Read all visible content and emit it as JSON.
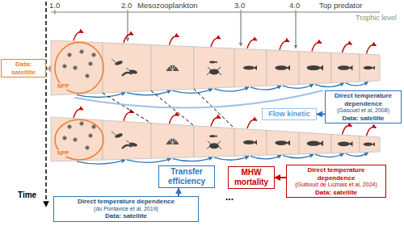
{
  "diagram": {
    "nodes": [
      {
        "text": [
          "Data: satellite"
        ]
      },
      {
        "text": [
          "Direct temperature dependence",
          "(Gascuel et al, 2008)",
          "Data: satellite"
        ]
      },
      {
        "text": [
          "Flow kinetic"
        ]
      },
      {
        "text": [
          "Transfer efficiency"
        ]
      },
      {
        "text": [
          "Direct temperature dependence",
          "(du Pontavice et al, 2019)",
          "Data: satellite"
        ]
      },
      {
        "text": [
          "MHW mortality"
        ]
      },
      {
        "text": [
          "Direct temperature dependence",
          "(Guiboud de Luznais et al, 2024)",
          "Data: satellite"
        ]
      }
    ],
    "edges": [
      {
        "from": 1,
        "to": 2,
        "arrow": "to"
      },
      {
        "from": 4,
        "to": 3,
        "arrow": "to"
      },
      {
        "from": 6,
        "to": 5,
        "arrow": "to"
      }
    ],
    "labels": [
      "1.0",
      "2.0",
      "Mesozooplankton",
      "3.0",
      "4.0",
      "Top predator",
      "Trophic level",
      "NPP",
      "NPP",
      "Time",
      "..."
    ]
  }
}
